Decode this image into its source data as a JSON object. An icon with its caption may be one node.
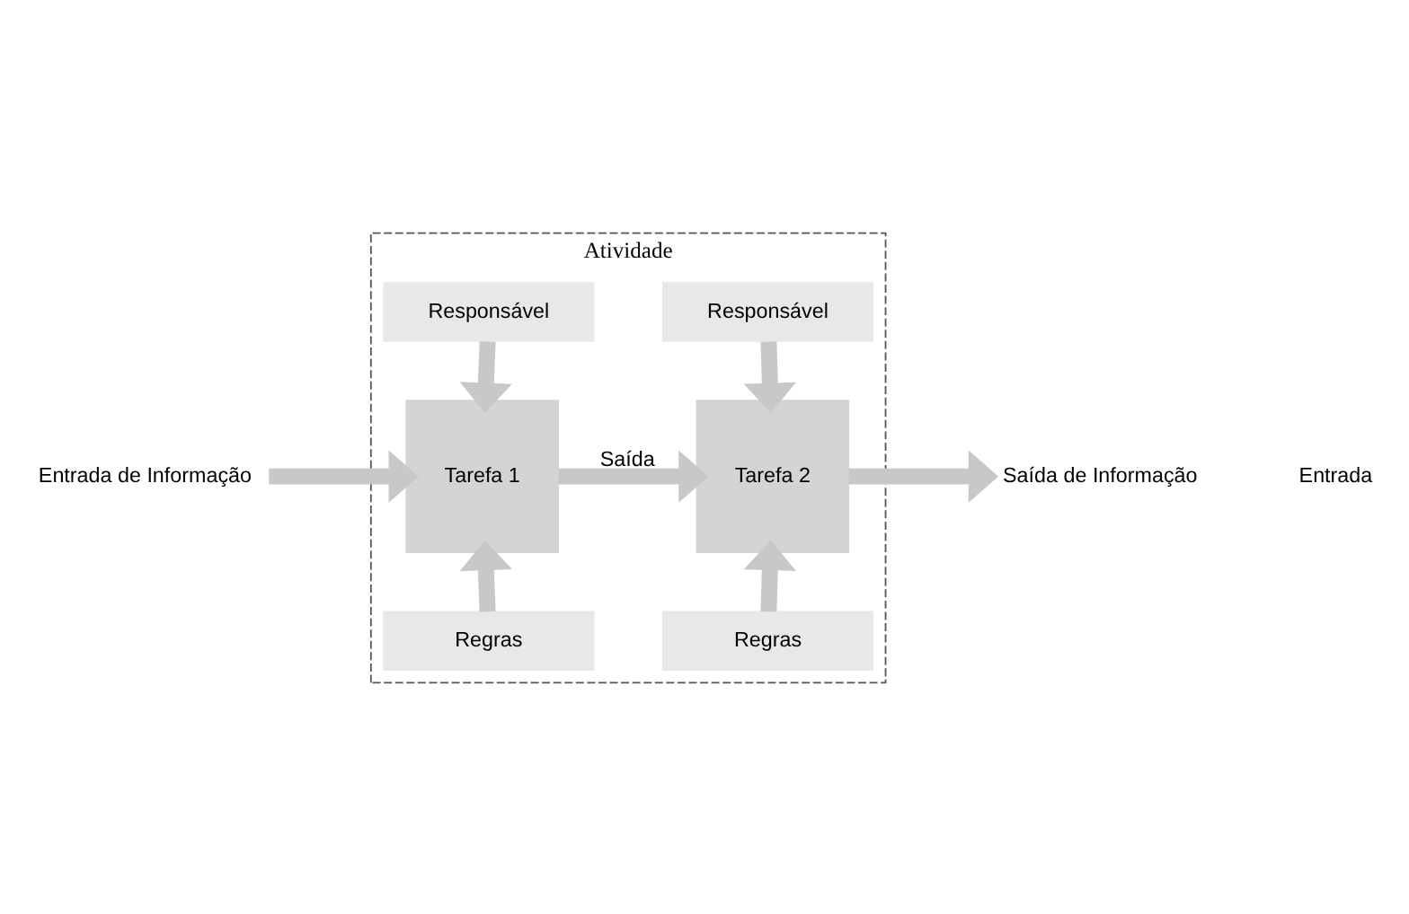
{
  "diagram": {
    "nodes": [
      {
        "text": [
          "Entrada de Informação"
        ]
      },
      {
        "text": [
          "Atividade"
        ]
      },
      {
        "text": [
          "Responsável"
        ],
        "in": 1
      },
      {
        "text": [
          "Tarefa 1"
        ],
        "in": 1
      },
      {
        "text": [
          "Regras"
        ],
        "in": 1
      },
      {
        "text": [
          "Responsável"
        ],
        "in": 1
      },
      {
        "text": [
          "Tarefa 2"
        ],
        "in": 1
      },
      {
        "text": [
          "Regras"
        ],
        "in": 1
      },
      {
        "text": [
          "Saída de Informação"
        ]
      }
    ],
    "edges": [
      {
        "from": 0,
        "to": 3,
        "arrow": "to"
      },
      {
        "from": 2,
        "to": 3,
        "arrow": "to"
      },
      {
        "from": 4,
        "to": 3,
        "arrow": "to"
      },
      {
        "from": 3,
        "to": 6,
        "arrow": "to",
        "label": "Saída"
      },
      {
        "from": 5,
        "to": 6,
        "arrow": "to"
      },
      {
        "from": 7,
        "to": 6,
        "arrow": "to"
      },
      {
        "from": 6,
        "to": 8,
        "arrow": "to"
      }
    ],
    "labels": [
      "Entrada"
    ]
  }
}
